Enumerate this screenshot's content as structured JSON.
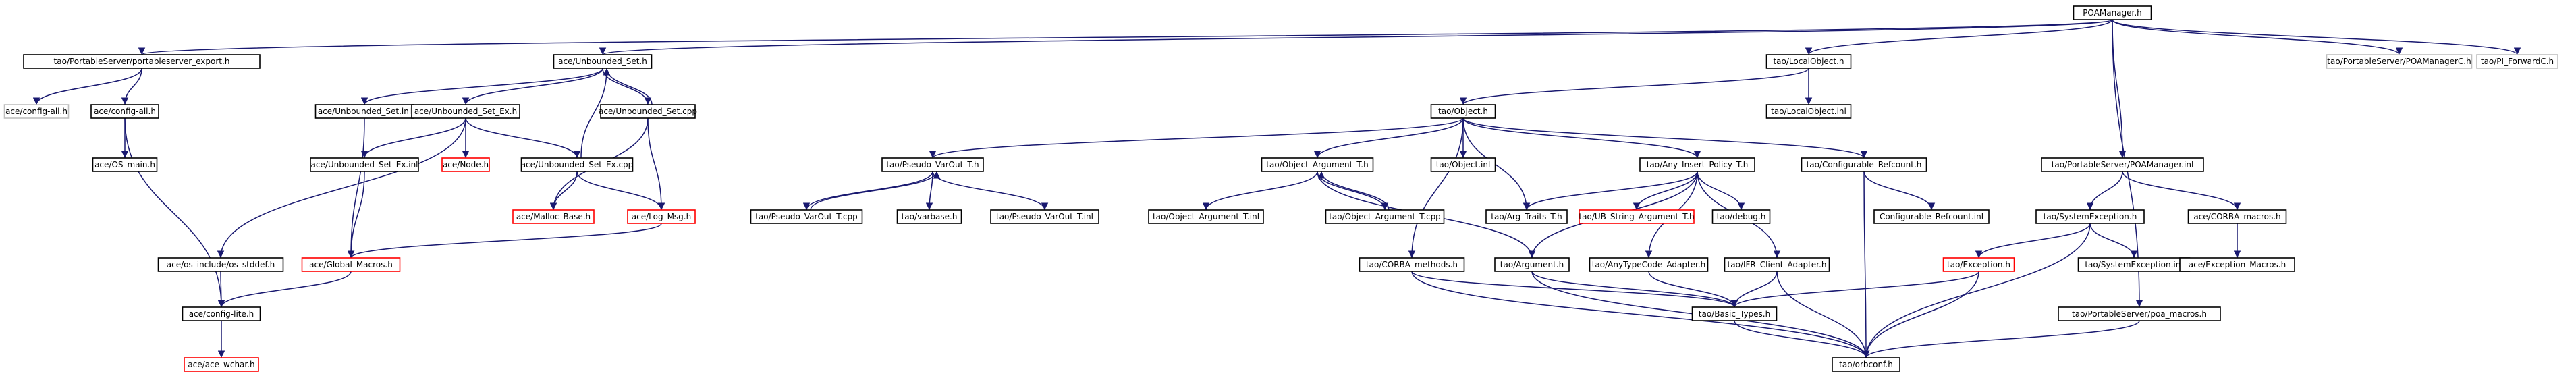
{
  "colors": {
    "edge": "#191970",
    "node_border": "#000000",
    "node_border_missing": "#ff0000",
    "node_border_external": "#bfbfbf",
    "root_fill": "#bfbfbf",
    "node_fill": "#ffffff",
    "text": "#000000"
  },
  "nodes": [
    {
      "id": "poamanager_h",
      "label": "POAManager.h",
      "style": "root"
    },
    {
      "id": "ps_export",
      "label": "tao/PortableServer/portableserver_export.h",
      "style": "normal"
    },
    {
      "id": "unbounded_set_h",
      "label": "ace/Unbounded_Set.h",
      "style": "normal"
    },
    {
      "id": "localobject_h",
      "label": "tao/LocalObject.h",
      "style": "normal"
    },
    {
      "id": "poamanager_c",
      "label": "tao/PortableServer/POAManagerC.h",
      "style": "external"
    },
    {
      "id": "pi_forward",
      "label": "tao/PI_ForwardC.h",
      "style": "external"
    },
    {
      "id": "ace_config_all",
      "label": "ace/config-all.h",
      "style": "external"
    },
    {
      "id": "config_all",
      "label": "ace/config-all.h",
      "style": "normal"
    },
    {
      "id": "os_main",
      "label": "ace/OS_main.h",
      "style": "normal"
    },
    {
      "id": "unbounded_set_inl",
      "label": "ace/Unbounded_Set.inl",
      "style": "normal"
    },
    {
      "id": "unbounded_set_ex_h",
      "label": "ace/Unbounded_Set_Ex.h",
      "style": "normal"
    },
    {
      "id": "unbounded_set_cpp",
      "label": "ace/Unbounded_Set.cpp",
      "style": "normal"
    },
    {
      "id": "unbounded_set_ex_inl",
      "label": "ace/Unbounded_Set_Ex.inl",
      "style": "normal"
    },
    {
      "id": "ace_node",
      "label": "ace/Node.h",
      "style": "missing"
    },
    {
      "id": "unbounded_set_ex_cpp",
      "label": "ace/Unbounded_Set_Ex.cpp",
      "style": "normal"
    },
    {
      "id": "malloc_base",
      "label": "ace/Malloc_Base.h",
      "style": "missing"
    },
    {
      "id": "log_msg",
      "label": "ace/Log_Msg.h",
      "style": "missing"
    },
    {
      "id": "os_stddef",
      "label": "ace/os_include/os_stddef.h",
      "style": "normal"
    },
    {
      "id": "global_macros",
      "label": "ace/Global_Macros.h",
      "style": "missing"
    },
    {
      "id": "config_lite",
      "label": "ace/config-lite.h",
      "style": "normal"
    },
    {
      "id": "ace_wchar",
      "label": "ace/ace_wchar.h",
      "style": "missing"
    },
    {
      "id": "object_h",
      "label": "tao/Object.h",
      "style": "normal"
    },
    {
      "id": "localobject_inl",
      "label": "tao/LocalObject.inl",
      "style": "normal"
    },
    {
      "id": "pseudo_varout_h",
      "label": "tao/Pseudo_VarOut_T.h",
      "style": "normal"
    },
    {
      "id": "object_argument_h",
      "label": "tao/Object_Argument_T.h",
      "style": "normal"
    },
    {
      "id": "object_inl",
      "label": "tao/Object.inl",
      "style": "normal"
    },
    {
      "id": "any_insert_policy",
      "label": "tao/Any_Insert_Policy_T.h",
      "style": "normal"
    },
    {
      "id": "configurable_refcount_h",
      "label": "tao/Configurable_Refcount.h",
      "style": "normal"
    },
    {
      "id": "pseudo_varout_cpp",
      "label": "tao/Pseudo_VarOut_T.cpp",
      "style": "normal"
    },
    {
      "id": "varbase",
      "label": "tao/varbase.h",
      "style": "normal"
    },
    {
      "id": "pseudo_varout_inl",
      "label": "tao/Pseudo_VarOut_T.inl",
      "style": "normal"
    },
    {
      "id": "object_argument_inl",
      "label": "tao/Object_Argument_T.inl",
      "style": "normal"
    },
    {
      "id": "object_argument_cpp",
      "label": "tao/Object_Argument_T.cpp",
      "style": "normal"
    },
    {
      "id": "arg_traits",
      "label": "tao/Arg_Traits_T.h",
      "style": "normal"
    },
    {
      "id": "ub_string_argument",
      "label": "tao/UB_String_Argument_T.h",
      "style": "missing"
    },
    {
      "id": "debug_h",
      "label": "tao/debug.h",
      "style": "normal"
    },
    {
      "id": "configurable_refcount_inl",
      "label": "Configurable_Refcount.inl",
      "style": "normal"
    },
    {
      "id": "corba_methods",
      "label": "tao/CORBA_methods.h",
      "style": "normal"
    },
    {
      "id": "argument_h",
      "label": "tao/Argument.h",
      "style": "normal"
    },
    {
      "id": "anytypecode_adapter",
      "label": "tao/AnyTypeCode_Adapter.h",
      "style": "normal"
    },
    {
      "id": "ifr_client_adapter",
      "label": "tao/IFR_Client_Adapter.h",
      "style": "normal"
    },
    {
      "id": "basic_types",
      "label": "tao/Basic_Types.h",
      "style": "normal"
    },
    {
      "id": "orbconf",
      "label": "tao/orbconf.h",
      "style": "normal"
    },
    {
      "id": "ps_poamanager_inl",
      "label": "tao/PortableServer/POAManager.inl",
      "style": "normal"
    },
    {
      "id": "system_exception_h",
      "label": "tao/SystemException.h",
      "style": "normal"
    },
    {
      "id": "corba_macros",
      "label": "ace/CORBA_macros.h",
      "style": "normal"
    },
    {
      "id": "exception_h",
      "label": "tao/Exception.h",
      "style": "missing"
    },
    {
      "id": "system_exception_inl",
      "label": "tao/SystemException.inl",
      "style": "normal"
    },
    {
      "id": "exception_macros",
      "label": "ace/Exception_Macros.h",
      "style": "normal"
    },
    {
      "id": "poa_macros",
      "label": "tao/PortableServer/poa_macros.h",
      "style": "normal"
    }
  ],
  "edges": [
    [
      "poamanager_h",
      "ps_export"
    ],
    [
      "poamanager_h",
      "unbounded_set_h"
    ],
    [
      "poamanager_h",
      "localobject_h"
    ],
    [
      "poamanager_h",
      "ps_poamanager_inl"
    ],
    [
      "poamanager_h",
      "poa_macros"
    ],
    [
      "poamanager_h",
      "poamanager_c"
    ],
    [
      "poamanager_h",
      "pi_forward"
    ],
    [
      "ps_export",
      "ace_config_all"
    ],
    [
      "ps_export",
      "config_all"
    ],
    [
      "config_all",
      "os_main"
    ],
    [
      "config_all",
      "config_lite"
    ],
    [
      "unbounded_set_h",
      "unbounded_set_inl"
    ],
    [
      "unbounded_set_h",
      "unbounded_set_ex_h"
    ],
    [
      "unbounded_set_h",
      "unbounded_set_cpp"
    ],
    [
      "unbounded_set_cpp",
      "unbounded_set_h"
    ],
    [
      "unbounded_set_cpp",
      "malloc_base"
    ],
    [
      "unbounded_set_cpp",
      "log_msg"
    ],
    [
      "unbounded_set_inl",
      "global_macros"
    ],
    [
      "unbounded_set_ex_h",
      "os_stddef"
    ],
    [
      "unbounded_set_ex_h",
      "unbounded_set_ex_inl"
    ],
    [
      "unbounded_set_ex_h",
      "ace_node"
    ],
    [
      "unbounded_set_ex_h",
      "unbounded_set_ex_cpp"
    ],
    [
      "unbounded_set_ex_cpp",
      "unbounded_set_h"
    ],
    [
      "unbounded_set_ex_cpp",
      "malloc_base"
    ],
    [
      "unbounded_set_ex_cpp",
      "log_msg"
    ],
    [
      "unbounded_set_ex_inl",
      "global_macros"
    ],
    [
      "log_msg",
      "global_macros"
    ],
    [
      "global_macros",
      "config_lite"
    ],
    [
      "os_stddef",
      "config_lite"
    ],
    [
      "config_lite",
      "ace_wchar"
    ],
    [
      "localobject_h",
      "object_h"
    ],
    [
      "localobject_h",
      "localobject_inl"
    ],
    [
      "object_h",
      "pseudo_varout_h"
    ],
    [
      "object_h",
      "object_argument_h"
    ],
    [
      "object_h",
      "object_inl"
    ],
    [
      "object_h",
      "arg_traits"
    ],
    [
      "object_h",
      "any_insert_policy"
    ],
    [
      "object_h",
      "configurable_refcount_h"
    ],
    [
      "object_h",
      "corba_methods"
    ],
    [
      "pseudo_varout_h",
      "pseudo_varout_cpp"
    ],
    [
      "pseudo_varout_cpp",
      "pseudo_varout_h"
    ],
    [
      "pseudo_varout_h",
      "varbase"
    ],
    [
      "pseudo_varout_h",
      "pseudo_varout_inl"
    ],
    [
      "object_argument_h",
      "object_argument_inl"
    ],
    [
      "object_argument_h",
      "object_argument_cpp"
    ],
    [
      "object_argument_cpp",
      "object_argument_h"
    ],
    [
      "object_argument_h",
      "argument_h"
    ],
    [
      "any_insert_policy",
      "arg_traits"
    ],
    [
      "any_insert_policy",
      "ub_string_argument"
    ],
    [
      "any_insert_policy",
      "debug_h"
    ],
    [
      "any_insert_policy",
      "argument_h"
    ],
    [
      "any_insert_policy",
      "anytypecode_adapter"
    ],
    [
      "any_insert_policy",
      "ifr_client_adapter"
    ],
    [
      "configurable_refcount_h",
      "configurable_refcount_inl"
    ],
    [
      "configurable_refcount_h",
      "orbconf"
    ],
    [
      "corba_methods",
      "basic_types"
    ],
    [
      "corba_methods",
      "orbconf"
    ],
    [
      "argument_h",
      "basic_types"
    ],
    [
      "argument_h",
      "orbconf"
    ],
    [
      "anytypecode_adapter",
      "basic_types"
    ],
    [
      "ifr_client_adapter",
      "basic_types"
    ],
    [
      "ifr_client_adapter",
      "orbconf"
    ],
    [
      "basic_types",
      "orbconf"
    ],
    [
      "ps_poamanager_inl",
      "system_exception_h"
    ],
    [
      "ps_poamanager_inl",
      "corba_macros"
    ],
    [
      "system_exception_h",
      "exception_h"
    ],
    [
      "system_exception_h",
      "system_exception_inl"
    ],
    [
      "system_exception_h",
      "orbconf"
    ],
    [
      "exception_h",
      "basic_types"
    ],
    [
      "exception_h",
      "orbconf"
    ],
    [
      "corba_macros",
      "exception_macros"
    ],
    [
      "poa_macros",
      "orbconf"
    ]
  ]
}
